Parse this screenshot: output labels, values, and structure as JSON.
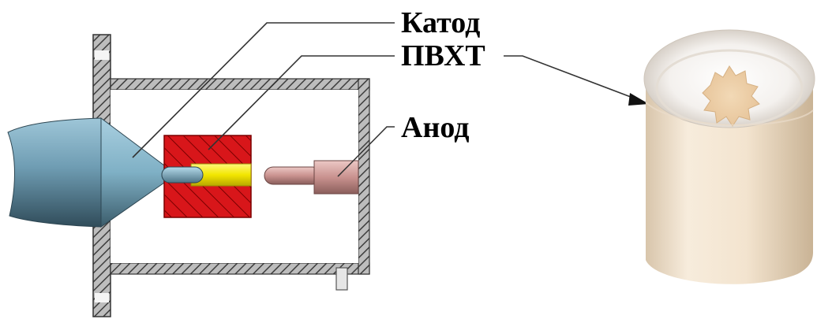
{
  "labels": {
    "cathode": "Катод",
    "pvxt": "ПВХТ",
    "anode": "Анод"
  },
  "colors": {
    "cathode_body": "#5f8ea5",
    "target_red": "#d8161a",
    "channel_yellow": "#f2e600",
    "anode_pink": "#c9928f",
    "housing_hatch": "#6b6b6b",
    "sample_cylinder": "#f1e2cc"
  },
  "icons": {
    "leader_arrow": "arrowhead-icon"
  }
}
